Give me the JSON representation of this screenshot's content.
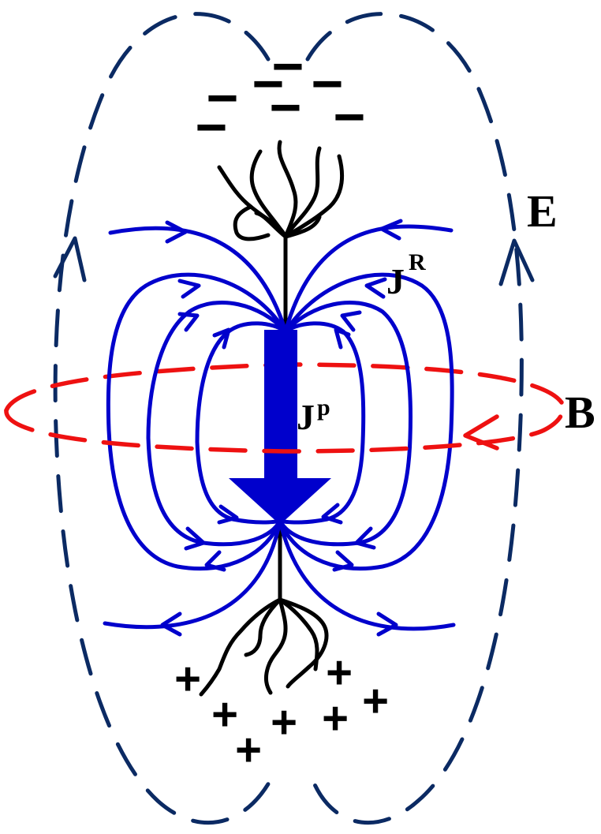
{
  "labels": {
    "e_field": "E",
    "b_field": "B",
    "primary_current_base": "J",
    "primary_current_sup": "p",
    "return_current_base": "J",
    "return_current_sup": "R"
  },
  "charges": {
    "negative_symbol": "−",
    "positive_symbol": "+"
  },
  "colors": {
    "e_field": "#0b2a63",
    "b_field": "#ee1111",
    "return_current": "#0000cc",
    "primary_current": "#0000cc",
    "neuron": "#000000",
    "charges": "#000000"
  }
}
